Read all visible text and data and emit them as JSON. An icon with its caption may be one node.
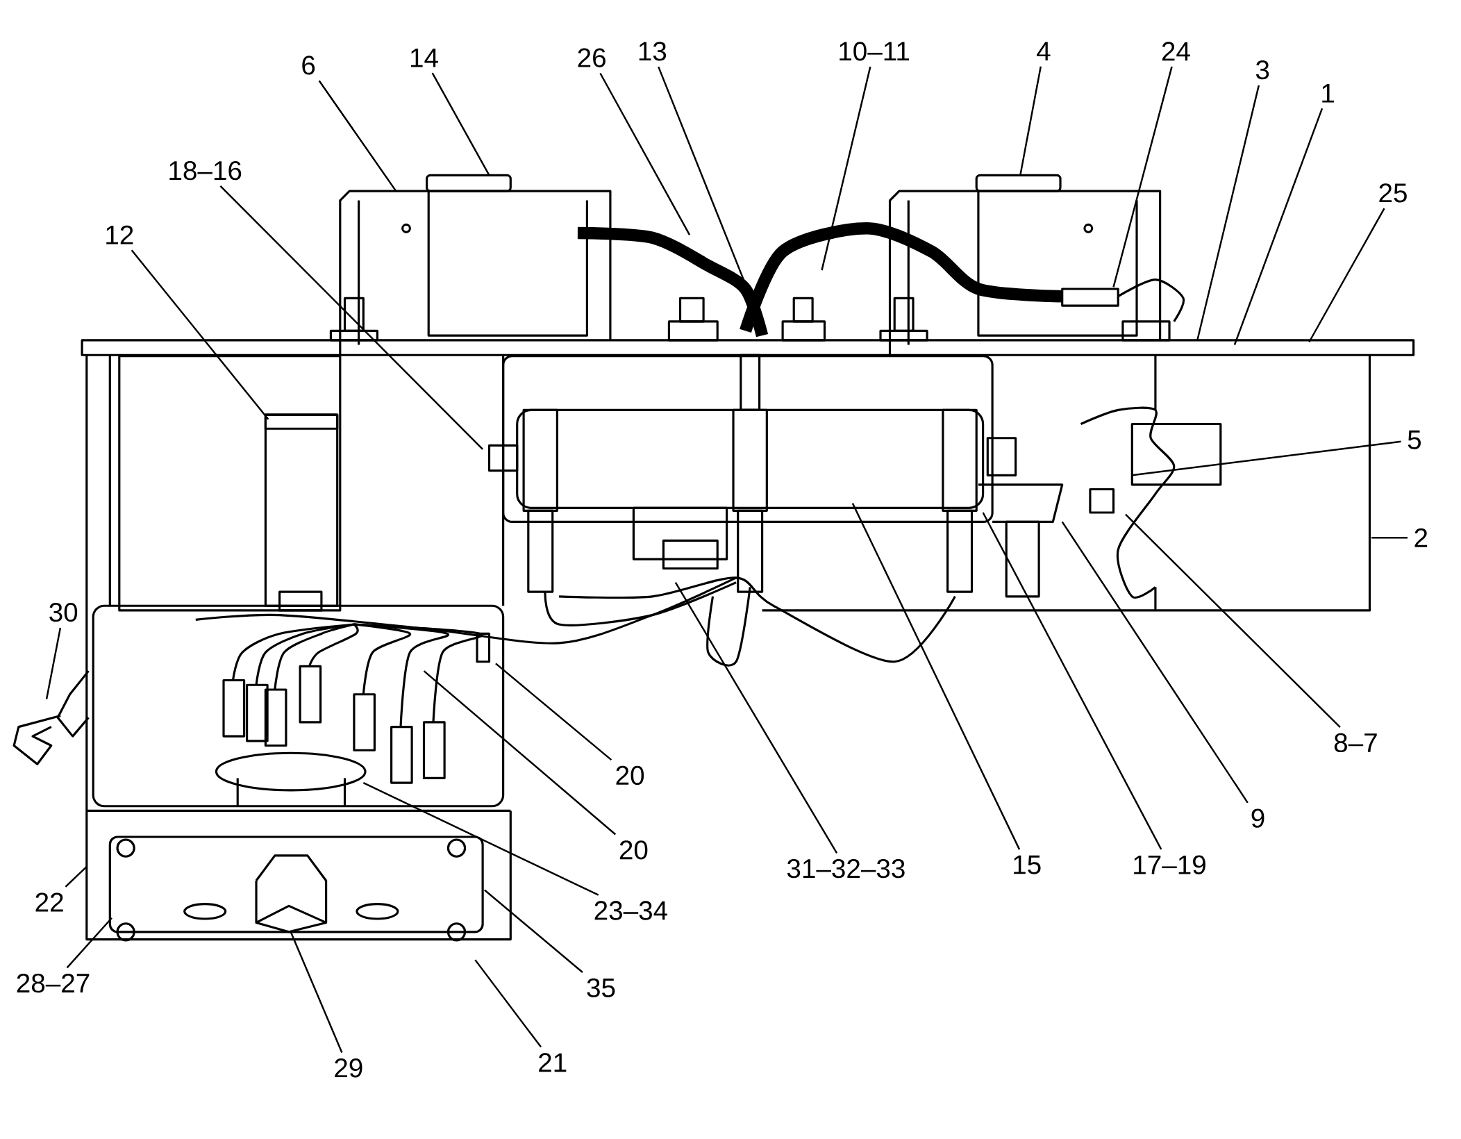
{
  "diagram": {
    "nodes": [
      {
        "text": [
          "6"
        ]
      },
      {
        "text": [
          "14"
        ]
      },
      {
        "text": [
          "26"
        ]
      },
      {
        "text": [
          "13"
        ]
      },
      {
        "text": [
          "10–11"
        ]
      },
      {
        "text": [
          "4"
        ]
      },
      {
        "text": [
          "24"
        ]
      },
      {
        "text": [
          "3"
        ]
      },
      {
        "text": [
          "1"
        ]
      },
      {
        "text": [
          "25"
        ]
      },
      {
        "text": [
          "18–16"
        ]
      },
      {
        "text": [
          "12"
        ]
      },
      {
        "text": [
          "5"
        ]
      },
      {
        "text": [
          "2"
        ]
      },
      {
        "text": [
          "30"
        ]
      },
      {
        "text": [
          "8–7"
        ]
      },
      {
        "text": [
          "20"
        ]
      },
      {
        "text": [
          "9"
        ]
      },
      {
        "text": [
          "20"
        ]
      },
      {
        "text": [
          "31–32–33"
        ]
      },
      {
        "text": [
          "15"
        ]
      },
      {
        "text": [
          "17–19"
        ]
      },
      {
        "text": [
          "23–34"
        ]
      },
      {
        "text": [
          "22"
        ]
      },
      {
        "text": [
          "35"
        ]
      },
      {
        "text": [
          "28–27"
        ]
      },
      {
        "text": [
          "29"
        ]
      },
      {
        "text": [
          "21"
        ]
      }
    ],
    "edges": [
      {
        "from": 0,
        "to": null,
        "arrow": "none"
      },
      {
        "from": 1,
        "to": null,
        "arrow": "none"
      },
      {
        "from": 2,
        "to": null,
        "arrow": "none"
      },
      {
        "from": 3,
        "to": null,
        "arrow": "none"
      },
      {
        "from": 4,
        "to": null,
        "arrow": "none"
      },
      {
        "from": 5,
        "to": null,
        "arrow": "none"
      },
      {
        "from": 6,
        "to": null,
        "arrow": "none"
      },
      {
        "from": 7,
        "to": null,
        "arrow": "none"
      },
      {
        "from": 8,
        "to": null,
        "arrow": "none"
      },
      {
        "from": 9,
        "to": null,
        "arrow": "none"
      },
      {
        "from": 10,
        "to": null,
        "arrow": "none"
      },
      {
        "from": 11,
        "to": null,
        "arrow": "none"
      },
      {
        "from": 12,
        "to": null,
        "arrow": "none"
      },
      {
        "from": 13,
        "to": null,
        "arrow": "none"
      },
      {
        "from": 14,
        "to": null,
        "arrow": "none"
      },
      {
        "from": 15,
        "to": null,
        "arrow": "none"
      },
      {
        "from": 16,
        "to": null,
        "arrow": "none"
      },
      {
        "from": 17,
        "to": null,
        "arrow": "none"
      },
      {
        "from": 18,
        "to": null,
        "arrow": "none"
      },
      {
        "from": 19,
        "to": null,
        "arrow": "none"
      },
      {
        "from": 20,
        "to": null,
        "arrow": "none"
      },
      {
        "from": 21,
        "to": null,
        "arrow": "none"
      },
      {
        "from": 22,
        "to": null,
        "arrow": "none"
      },
      {
        "from": 23,
        "to": null,
        "arrow": "none"
      },
      {
        "from": 24,
        "to": null,
        "arrow": "none"
      },
      {
        "from": 25,
        "to": null,
        "arrow": "none"
      },
      {
        "from": 26,
        "to": null,
        "arrow": "none"
      },
      {
        "from": 27,
        "to": null,
        "arrow": "none"
      }
    ]
  }
}
